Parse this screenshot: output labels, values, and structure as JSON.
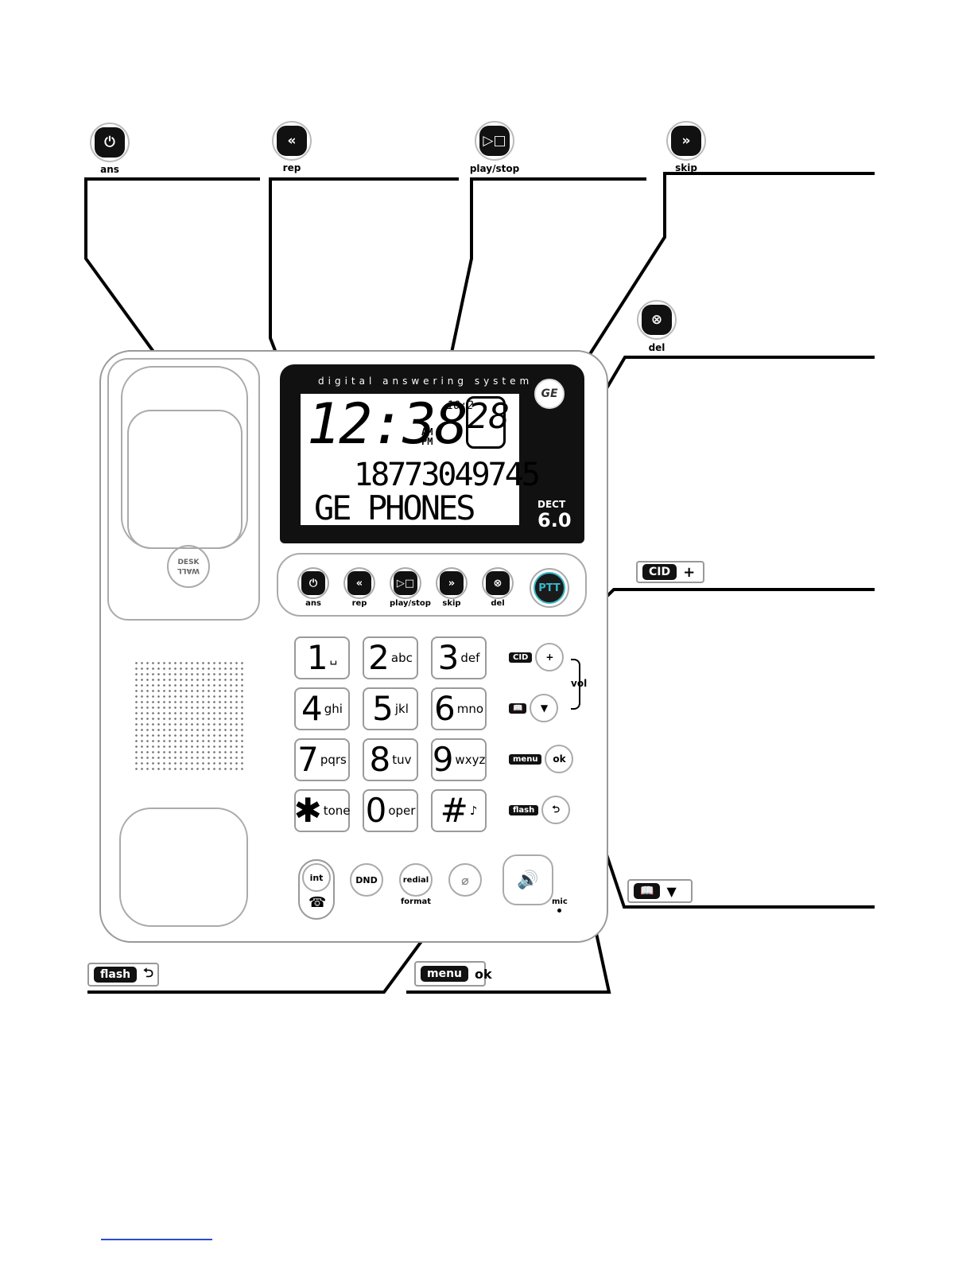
{
  "callouts": {
    "ans": {
      "label": "ans",
      "icon": "power-icon",
      "glyph": "⏻"
    },
    "rep": {
      "label": "rep",
      "icon": "rewind-icon",
      "glyph": "«"
    },
    "play_stop": {
      "label": "play/stop",
      "icon": "play-stop-icon",
      "glyph": "▷□"
    },
    "skip": {
      "label": "skip",
      "icon": "fast-forward-icon",
      "glyph": "»"
    },
    "del": {
      "label": "del",
      "icon": "delete-icon",
      "glyph": "⊗"
    },
    "cid_up": {
      "tag": "CID",
      "glyph": "+",
      "icon": "volume-up-icon"
    },
    "book_down": {
      "tag": "📖",
      "glyph": "▼",
      "icon": "phonebook-icon"
    },
    "flash_back": {
      "tag": "flash",
      "glyph": "⮌",
      "icon": "back-arrow-icon"
    },
    "menu_ok": {
      "tag": "menu",
      "glyph": "ok"
    }
  },
  "phone": {
    "display_header": "digital answering system",
    "brand_logo": "GE",
    "time": "12:38",
    "ampm": "AM PM",
    "message_count": "28",
    "small_digits": "10:2",
    "number": "18773049745",
    "name": "GE PHONES",
    "dect": "DECT",
    "dect_version": "6.0",
    "cradle_label_top": "DESK",
    "cradle_label_bottom": "WALL",
    "ptt": "PTT",
    "buttons": [
      {
        "label": "ans",
        "glyph": "⏻"
      },
      {
        "label": "rep",
        "glyph": "«"
      },
      {
        "label": "play/stop",
        "glyph": "▷□"
      },
      {
        "label": "skip",
        "glyph": "»"
      },
      {
        "label": "del",
        "glyph": "⊗"
      }
    ],
    "keys": [
      {
        "d": "1",
        "s": "␣"
      },
      {
        "d": "2",
        "s": "abc"
      },
      {
        "d": "3",
        "s": "def"
      },
      {
        "d": "4",
        "s": "ghi"
      },
      {
        "d": "5",
        "s": "jkl"
      },
      {
        "d": "6",
        "s": "mno"
      },
      {
        "d": "7",
        "s": "pqrs"
      },
      {
        "d": "8",
        "s": "tuv"
      },
      {
        "d": "9",
        "s": "wxyz"
      },
      {
        "d": "✱",
        "s": "tone"
      },
      {
        "d": "0",
        "s": "oper"
      },
      {
        "d": "#",
        "s": "♪"
      }
    ],
    "side": {
      "cid": "CID",
      "cid_glyph": "+",
      "book": "📖",
      "book_glyph": "▼",
      "menu": "menu",
      "ok": "ok",
      "flash": "flash",
      "flash_glyph": "⮌",
      "vol": "vol"
    },
    "bottom": {
      "int": "int",
      "intercom_glyph": "☎",
      "dnd": "DND",
      "redial": "redial",
      "format": "format",
      "mute_glyph": "⌀",
      "speaker_glyph": "🔊",
      "mic": "mic"
    }
  },
  "colors": {
    "accent_ptt": "#39b6c8",
    "display_bg": "#111111",
    "lcd_bg": "#ffffff"
  }
}
